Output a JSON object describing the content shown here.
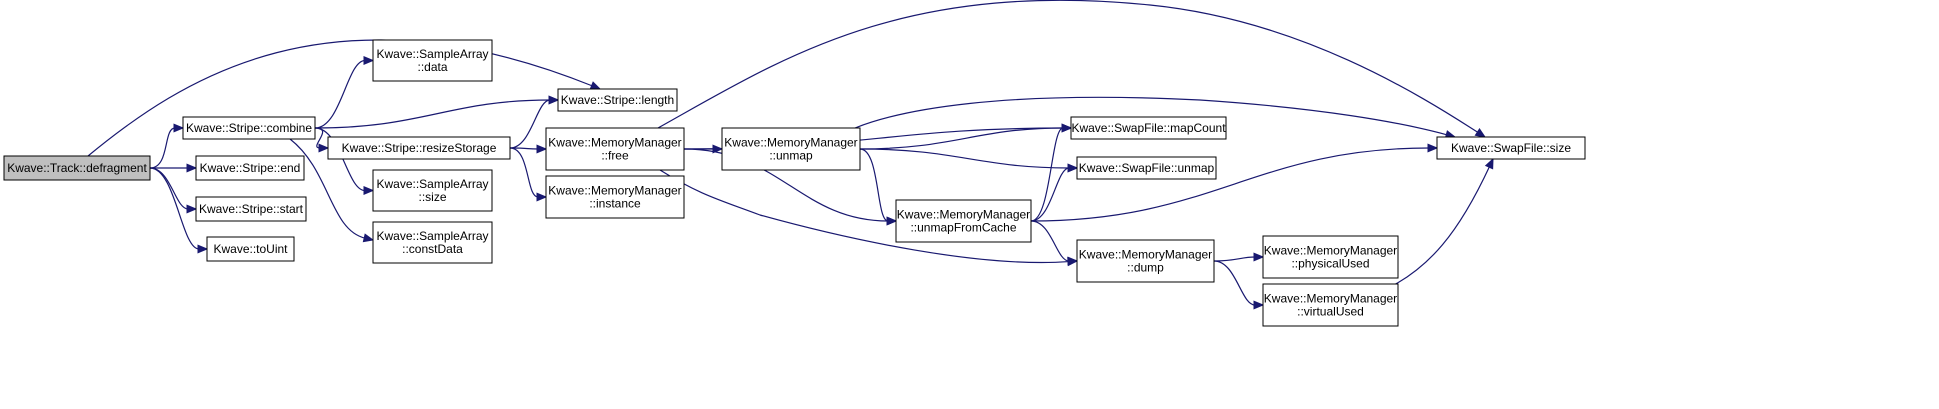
{
  "diagram": {
    "type": "call-graph",
    "colors": {
      "edge": "#191970",
      "node_border": "#000000",
      "node_fill": "#ffffff",
      "root_fill": "#bfbfbf"
    },
    "nodes": [
      {
        "id": "defragment",
        "lines": [
          "Kwave::Track::defragment"
        ],
        "root": true
      },
      {
        "id": "combine",
        "lines": [
          "Kwave::Stripe::combine"
        ]
      },
      {
        "id": "end",
        "lines": [
          "Kwave::Stripe::end"
        ]
      },
      {
        "id": "start",
        "lines": [
          "Kwave::Stripe::start"
        ]
      },
      {
        "id": "toUint",
        "lines": [
          "Kwave::toUint"
        ]
      },
      {
        "id": "sa_data",
        "lines": [
          "Kwave::SampleArray",
          "::data"
        ]
      },
      {
        "id": "resizeStorage",
        "lines": [
          "Kwave::Stripe::resizeStorage"
        ]
      },
      {
        "id": "sa_size",
        "lines": [
          "Kwave::SampleArray",
          "::size"
        ]
      },
      {
        "id": "sa_constData",
        "lines": [
          "Kwave::SampleArray",
          "::constData"
        ]
      },
      {
        "id": "length",
        "lines": [
          "Kwave::Stripe::length"
        ]
      },
      {
        "id": "mm_free",
        "lines": [
          "Kwave::MemoryManager",
          "::free"
        ]
      },
      {
        "id": "mm_instance",
        "lines": [
          "Kwave::MemoryManager",
          "::instance"
        ]
      },
      {
        "id": "mm_unmap",
        "lines": [
          "Kwave::MemoryManager",
          "::unmap"
        ]
      },
      {
        "id": "mm_unmapFromCache",
        "lines": [
          "Kwave::MemoryManager",
          "::unmapFromCache"
        ]
      },
      {
        "id": "sf_mapCount",
        "lines": [
          "Kwave::SwapFile::mapCount"
        ]
      },
      {
        "id": "sf_unmap",
        "lines": [
          "Kwave::SwapFile::unmap"
        ]
      },
      {
        "id": "mm_dump",
        "lines": [
          "Kwave::MemoryManager",
          "::dump"
        ]
      },
      {
        "id": "sf_size",
        "lines": [
          "Kwave::SwapFile::size"
        ]
      },
      {
        "id": "mm_physicalUsed",
        "lines": [
          "Kwave::MemoryManager",
          "::physicalUsed"
        ]
      },
      {
        "id": "mm_virtualUsed",
        "lines": [
          "Kwave::MemoryManager",
          "::virtualUsed"
        ]
      }
    ],
    "edges": [
      {
        "from": "defragment",
        "to": "combine"
      },
      {
        "from": "defragment",
        "to": "end"
      },
      {
        "from": "defragment",
        "to": "start"
      },
      {
        "from": "defragment",
        "to": "toUint"
      },
      {
        "from": "defragment",
        "to": "length"
      },
      {
        "from": "combine",
        "to": "sa_data"
      },
      {
        "from": "combine",
        "to": "length"
      },
      {
        "from": "combine",
        "to": "resizeStorage"
      },
      {
        "from": "combine",
        "to": "sa_size"
      },
      {
        "from": "combine",
        "to": "sa_constData"
      },
      {
        "from": "resizeStorage",
        "to": "length"
      },
      {
        "from": "resizeStorage",
        "to": "mm_free"
      },
      {
        "from": "resizeStorage",
        "to": "mm_instance"
      },
      {
        "from": "mm_free",
        "to": "sf_size"
      },
      {
        "from": "mm_free",
        "to": "sf_mapCount"
      },
      {
        "from": "mm_free",
        "to": "mm_unmap"
      },
      {
        "from": "mm_free",
        "to": "mm_unmapFromCache"
      },
      {
        "from": "mm_free",
        "to": "mm_dump"
      },
      {
        "from": "mm_unmap",
        "to": "sf_size"
      },
      {
        "from": "mm_unmap",
        "to": "sf_mapCount"
      },
      {
        "from": "mm_unmap",
        "to": "sf_unmap"
      },
      {
        "from": "mm_unmap",
        "to": "mm_unmapFromCache"
      },
      {
        "from": "mm_unmapFromCache",
        "to": "sf_mapCount"
      },
      {
        "from": "mm_unmapFromCache",
        "to": "sf_unmap"
      },
      {
        "from": "mm_unmapFromCache",
        "to": "sf_size"
      },
      {
        "from": "mm_unmapFromCache",
        "to": "mm_dump"
      },
      {
        "from": "mm_dump",
        "to": "mm_physicalUsed"
      },
      {
        "from": "mm_dump",
        "to": "mm_virtualUsed"
      },
      {
        "from": "mm_virtualUsed",
        "to": "sf_size"
      }
    ]
  }
}
